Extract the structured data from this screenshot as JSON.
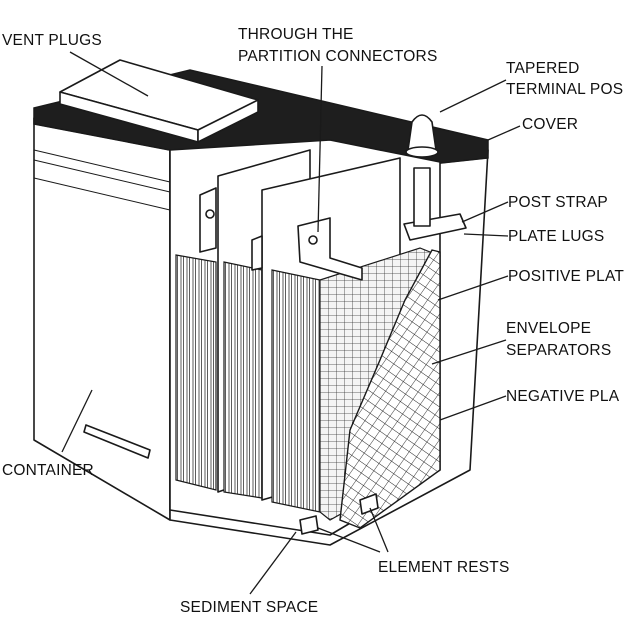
{
  "labels": {
    "vent_plugs": "VENT PLUGS",
    "through_line1": "THROUGH THE",
    "through_line2": "PARTITION CONNECTORS",
    "tapered_line1": "TAPERED",
    "tapered_line2": "TERMINAL POS",
    "cover": "COVER",
    "post_strap": "POST STRAP",
    "plate_lugs": "PLATE LUGS",
    "positive_plate": "POSITIVE PLAT",
    "envelope_line1": "ENVELOPE",
    "envelope_line2": "SEPARATORS",
    "negative_plate": "NEGATIVE PLA",
    "container": "CONTAINER",
    "element_rests": "ELEMENT RESTS",
    "sediment_space": "SEDIMENT SPACE"
  },
  "colors": {
    "ink": "#1a1a1a",
    "cover_fill": "#1e1e1e",
    "background": "#ffffff"
  }
}
